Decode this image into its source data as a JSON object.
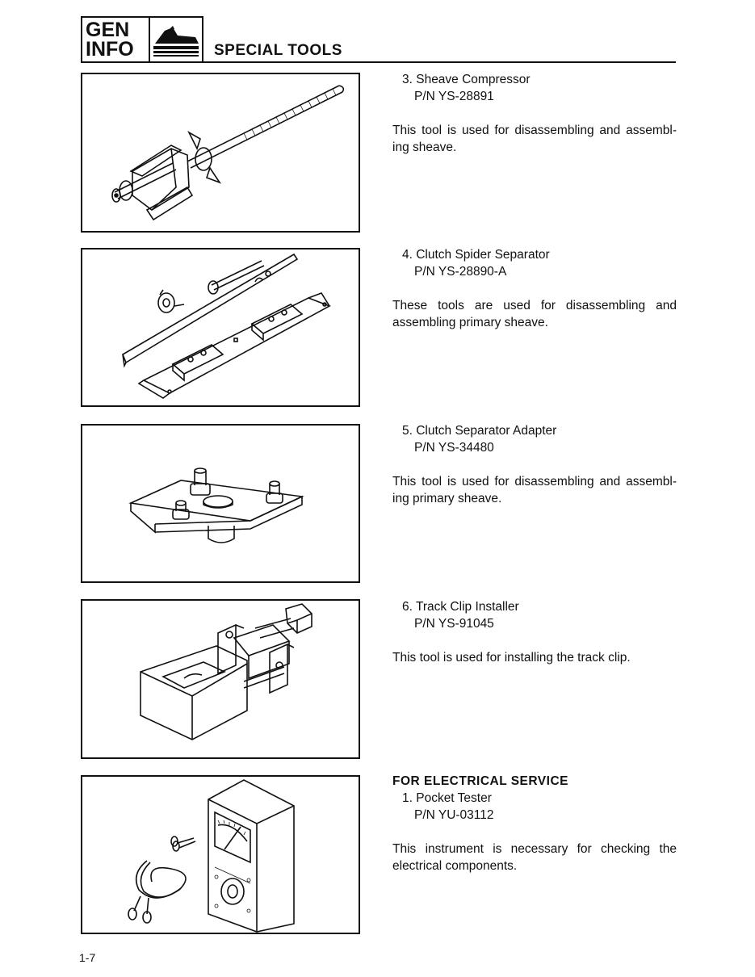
{
  "header": {
    "badge_line1": "GEN",
    "badge_line2": "INFO",
    "icon": "snowmobile-icon",
    "title": "SPECIAL TOOLS"
  },
  "tools": [
    {
      "title": "3. Sheave Compressor",
      "part_number": "P/N YS-28891",
      "description": "This tool is used for disassembling and assembl-ing sheave."
    },
    {
      "title": "4. Clutch Spider Separator",
      "part_number": "P/N YS-28890-A",
      "description": "These tools are used for disassembling and assembling primary sheave."
    },
    {
      "title": "5. Clutch Separator Adapter",
      "part_number": "P/N YS-34480",
      "description": "This tool is used for disassembling and assembl-ing primary sheave."
    },
    {
      "title": "6. Track Clip Installer",
      "part_number": "P/N YS-91045",
      "description": "This tool is used for installing the track clip."
    }
  ],
  "electrical": {
    "heading": "FOR ELECTRICAL SERVICE",
    "title": "1. Pocket Tester",
    "part_number": "P/N YU-03112",
    "description": "This instrument is necessary for checking the electrical components."
  },
  "page_number": "1-7"
}
